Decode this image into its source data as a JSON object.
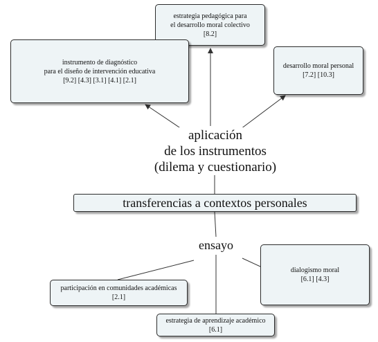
{
  "colors": {
    "node_fill": "#eef4f6",
    "node_border": "#2b2b2b",
    "connector": "#333333",
    "text": "#111111"
  },
  "nodes": {
    "collective": {
      "lines": [
        "estrategia pedagógica para",
        "el desarrollo moral colectivo",
        "[8.2]"
      ]
    },
    "diagnostic": {
      "lines": [
        "instrumento de diagnóstico",
        "para el diseño de intervención educativa",
        "[9.2] [4.3] [3.1] [4.1] [2.1]"
      ]
    },
    "personal": {
      "lines": [
        "desarrollo moral personal",
        "[7.2] [10.3]"
      ]
    },
    "application": {
      "lines": [
        "aplicación",
        "de los instrumentos",
        "(dilema y cuestionario)"
      ]
    },
    "transfer": {
      "label": "transferencias  a contextos personales"
    },
    "essay": {
      "label": "ensayo"
    },
    "moral_dialogue": {
      "lines": [
        "dialogismo moral",
        "[6.1]  [4.3]"
      ]
    },
    "community": {
      "lines": [
        "participación en comunidades académicas",
        "[2.1]"
      ]
    },
    "learning": {
      "lines": [
        "estrategia de aprendizaje académico",
        "[6.1]"
      ]
    }
  }
}
